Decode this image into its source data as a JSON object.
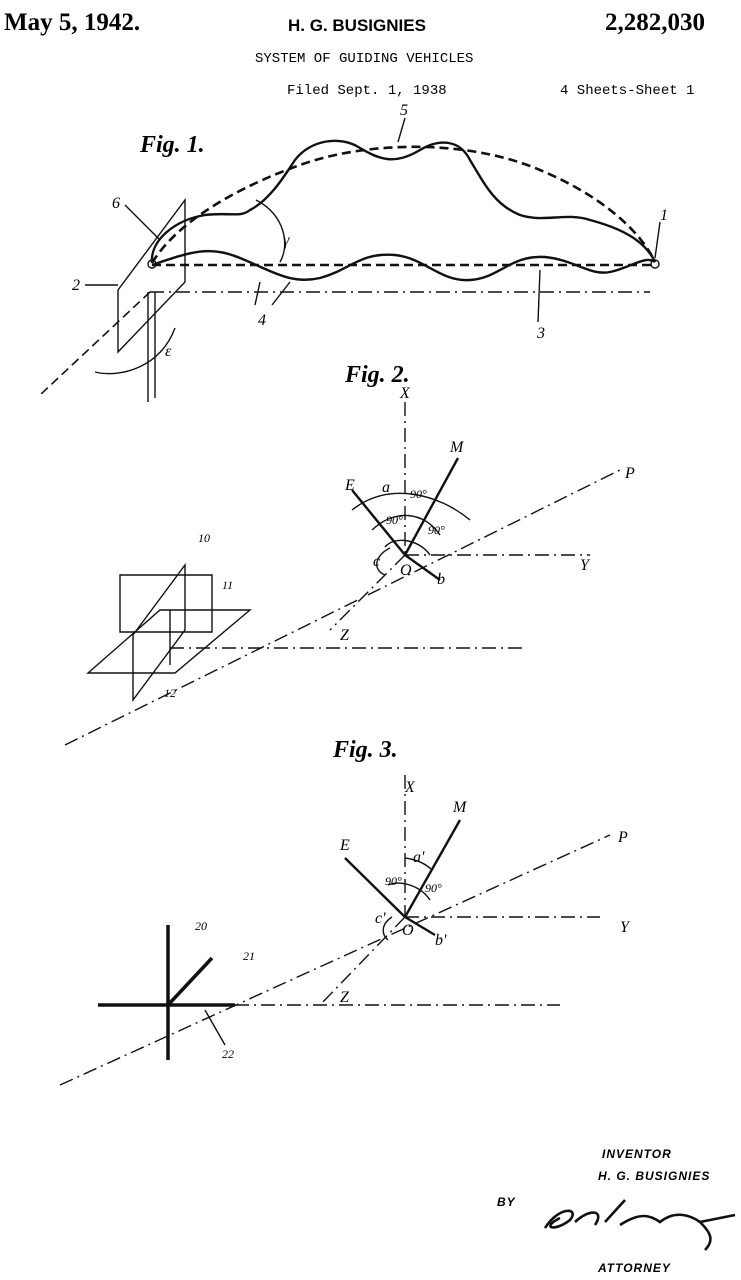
{
  "header": {
    "date": "May 5, 1942.",
    "inventor_name": "H. G. BUSIGNIES",
    "patent_number": "2,282,030",
    "title": "SYSTEM OF GUIDING VEHICLES",
    "filed": "Filed Sept. 1, 1938",
    "sheets": "4 Sheets-Sheet 1"
  },
  "fig1": {
    "title": "Fig. 1.",
    "labels": {
      "l1": "1",
      "l2": "2",
      "l3": "3",
      "l4": "4",
      "l5": "5",
      "l6": "6",
      "gamma": "γ",
      "epsilon": "ε"
    }
  },
  "fig2": {
    "title": "Fig. 2.",
    "labels": {
      "x": "X",
      "y": "Y",
      "z": "Z",
      "p": "P",
      "m": "M",
      "e": "E",
      "o": "O",
      "a": "a",
      "b": "b",
      "c": "c",
      "deg1": "90°",
      "deg2": "90°",
      "deg3": "90°",
      "l10": "10",
      "l11": "11",
      "l12": "12"
    }
  },
  "fig3": {
    "title": "Fig. 3.",
    "labels": {
      "x": "X",
      "y": "Y",
      "z": "Z",
      "p": "P",
      "m": "M",
      "e": "E",
      "o": "O",
      "a": "a'",
      "b": "b'",
      "c": "c'",
      "deg1": "90°",
      "deg2": "90°",
      "l20": "20",
      "l21": "21",
      "l22": "22"
    }
  },
  "footer": {
    "inventor_label": "INVENTOR",
    "inventor_name": "H. G. BUSIGNIES",
    "by": "BY",
    "signature": "E. D. Phinney",
    "attorney_label": "ATTORNEY"
  }
}
